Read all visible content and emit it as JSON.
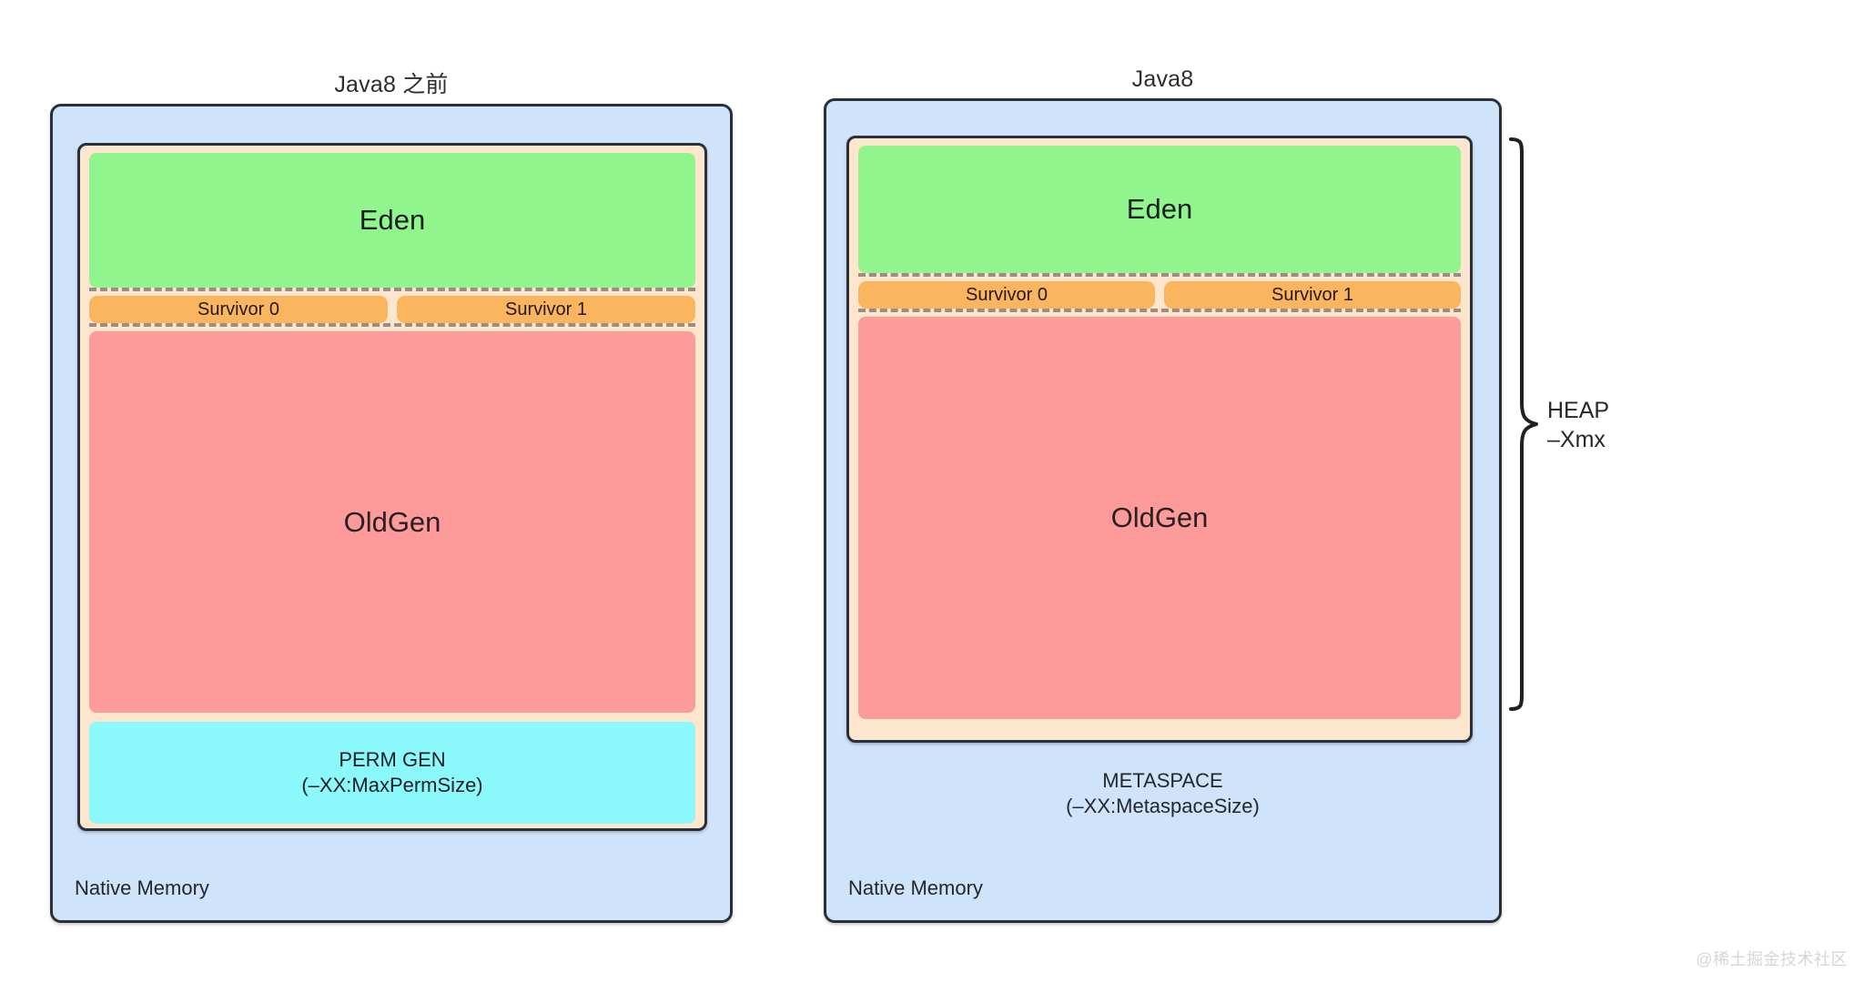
{
  "diagram": {
    "title_left": "Java8 之前",
    "title_right": "Java8",
    "panels": [
      {
        "id": "before-java8",
        "title": "Java8 之前",
        "native_label": "Native Memory",
        "regions": [
          {
            "name": "Eden",
            "label": "Eden",
            "color": "#91f58e"
          },
          {
            "name": "Survivor 0",
            "label": "Survivor 0",
            "color": "#fab55e"
          },
          {
            "name": "Survivor 1",
            "label": "Survivor 1",
            "color": "#fab55e"
          },
          {
            "name": "OldGen",
            "label": "OldGen",
            "color": "#fd9a9a"
          },
          {
            "name": "PERM GEN",
            "label": "PERM GEN",
            "flag": "(–XX:MaxPermSize)",
            "color": "#8bf8fb"
          }
        ]
      },
      {
        "id": "java8",
        "title": "Java8",
        "native_label": "Native Memory",
        "regions": [
          {
            "name": "Eden",
            "label": "Eden",
            "color": "#91f58e"
          },
          {
            "name": "Survivor 0",
            "label": "Survivor 0",
            "color": "#fab55e"
          },
          {
            "name": "Survivor 1",
            "label": "Survivor 1",
            "color": "#fab55e"
          },
          {
            "name": "OldGen",
            "label": "OldGen",
            "color": "#fd9a9a"
          }
        ],
        "metaspace": {
          "label": "METASPACE",
          "flag": "(–XX:MetaspaceSize)"
        }
      }
    ],
    "annotation": {
      "heap_label": "HEAP",
      "heap_flag": "–Xmx"
    },
    "watermark": "@稀土掘金技术社区",
    "colors": {
      "native_memory": "#cfe3fb",
      "heap_container": "#fce6cd",
      "eden": "#91f58e",
      "survivor": "#fab55e",
      "oldgen": "#fd9a9a",
      "permgen": "#8bf8fb",
      "border": "#2b3038",
      "dashed_separator": "#9c8c83",
      "text": "#24282c"
    }
  }
}
